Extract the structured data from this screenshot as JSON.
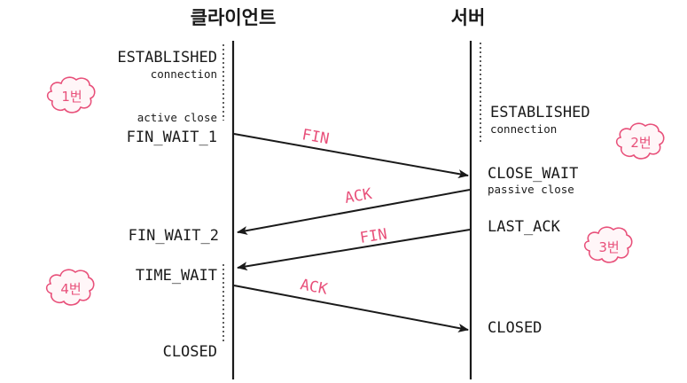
{
  "headers": {
    "client": "클라이언트",
    "server": "서버"
  },
  "client_states": {
    "established": "ESTABLISHED",
    "established_sub": "connection",
    "active_close": "active close",
    "fin_wait_1": "FIN_WAIT_1",
    "fin_wait_2": "FIN_WAIT_2",
    "time_wait": "TIME_WAIT",
    "closed": "CLOSED"
  },
  "server_states": {
    "established": "ESTABLISHED",
    "established_sub": "connection",
    "close_wait": "CLOSE_WAIT",
    "passive_close": "passive close",
    "last_ack": "LAST_ACK",
    "closed": "CLOSED"
  },
  "messages": [
    "FIN",
    "ACK",
    "FIN",
    "ACK"
  ],
  "steps": [
    "1번",
    "2번",
    "3번",
    "4번"
  ],
  "colors": {
    "line": "#1a1a1a",
    "accent": "#e8507a",
    "cloud_fill": "#fff6f8"
  }
}
